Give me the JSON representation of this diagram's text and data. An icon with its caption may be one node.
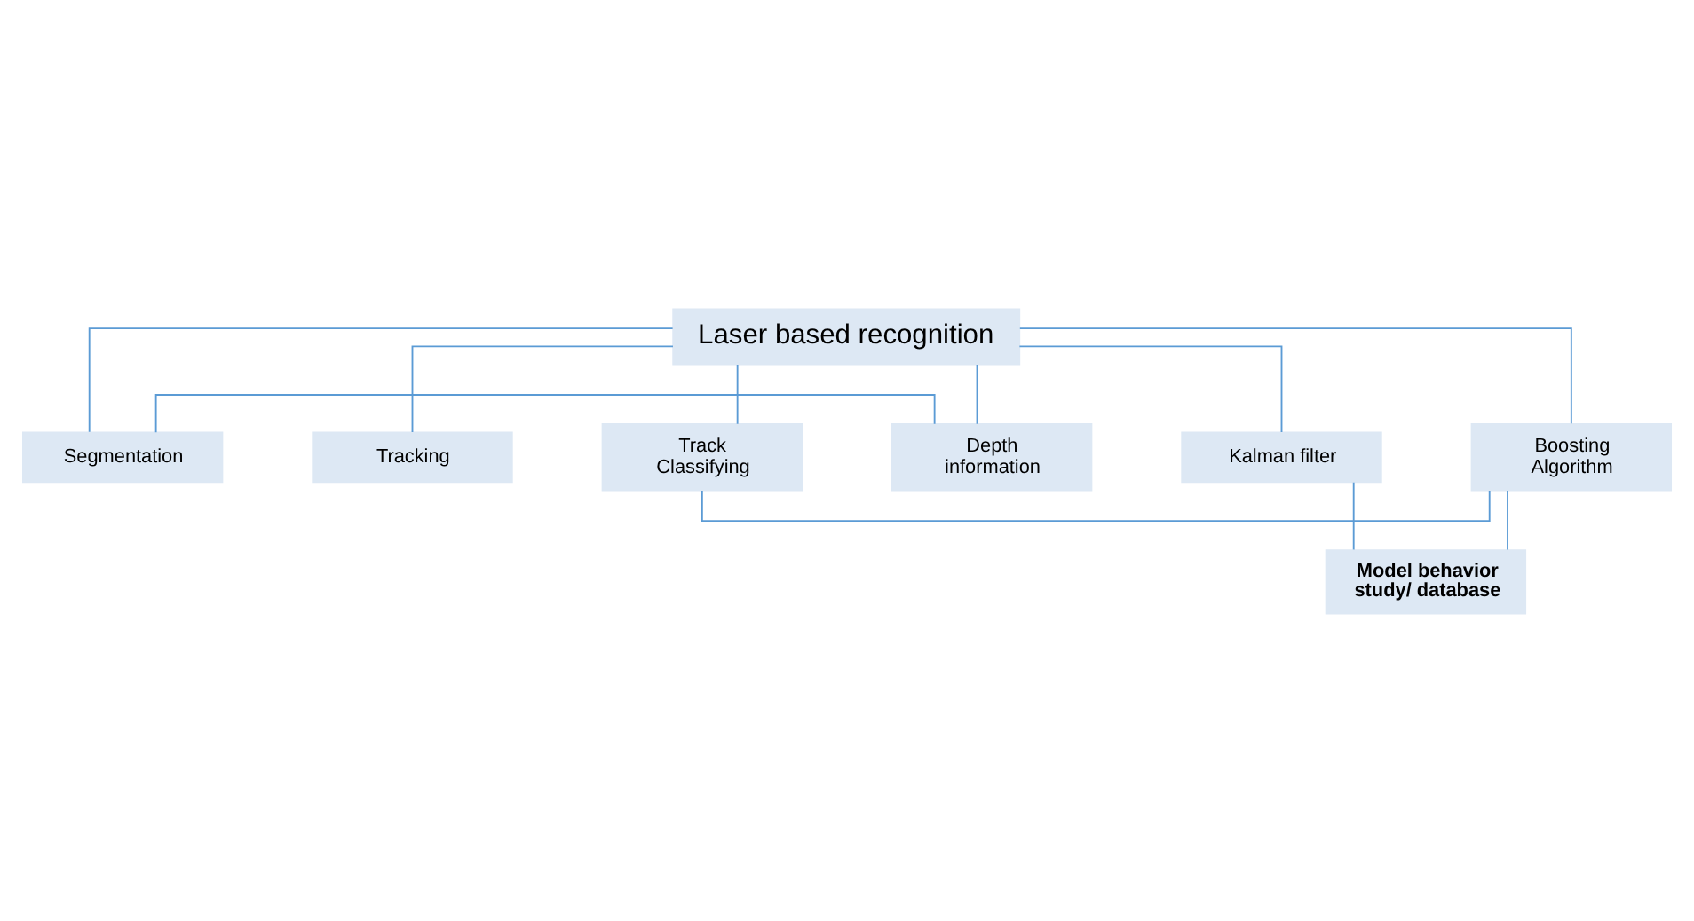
{
  "diagram": {
    "nodes": [
      {
        "text": [
          "Segmentation"
        ]
      },
      {
        "text": [
          "Tracking"
        ]
      },
      {
        "text": [
          "Track Classifying"
        ]
      },
      {
        "text": [
          "Laser based recognition"
        ]
      },
      {
        "text": [
          "Depth information"
        ]
      },
      {
        "text": [
          "Kalman filter"
        ]
      },
      {
        "text": [
          "Boosting Algorithm"
        ]
      },
      {
        "text": [
          "Model behavior study/ database"
        ]
      }
    ],
    "edges": [
      {
        "from": 3,
        "to": 0,
        "arrow": "none"
      },
      {
        "from": 3,
        "to": 4,
        "arrow": "none"
      },
      {
        "from": 0,
        "to": 4,
        "arrow": "none"
      },
      {
        "from": 3,
        "to": 1,
        "arrow": "none"
      },
      {
        "from": 3,
        "to": 5,
        "arrow": "none"
      },
      {
        "from": 3,
        "to": 2,
        "arrow": "none"
      },
      {
        "from": 3,
        "to": 6,
        "arrow": "none"
      },
      {
        "from": 2,
        "to": 6,
        "arrow": "none"
      },
      {
        "from": 5,
        "to": 7,
        "arrow": "none"
      },
      {
        "from": 6,
        "to": 7,
        "arrow": "none"
      }
    ]
  }
}
